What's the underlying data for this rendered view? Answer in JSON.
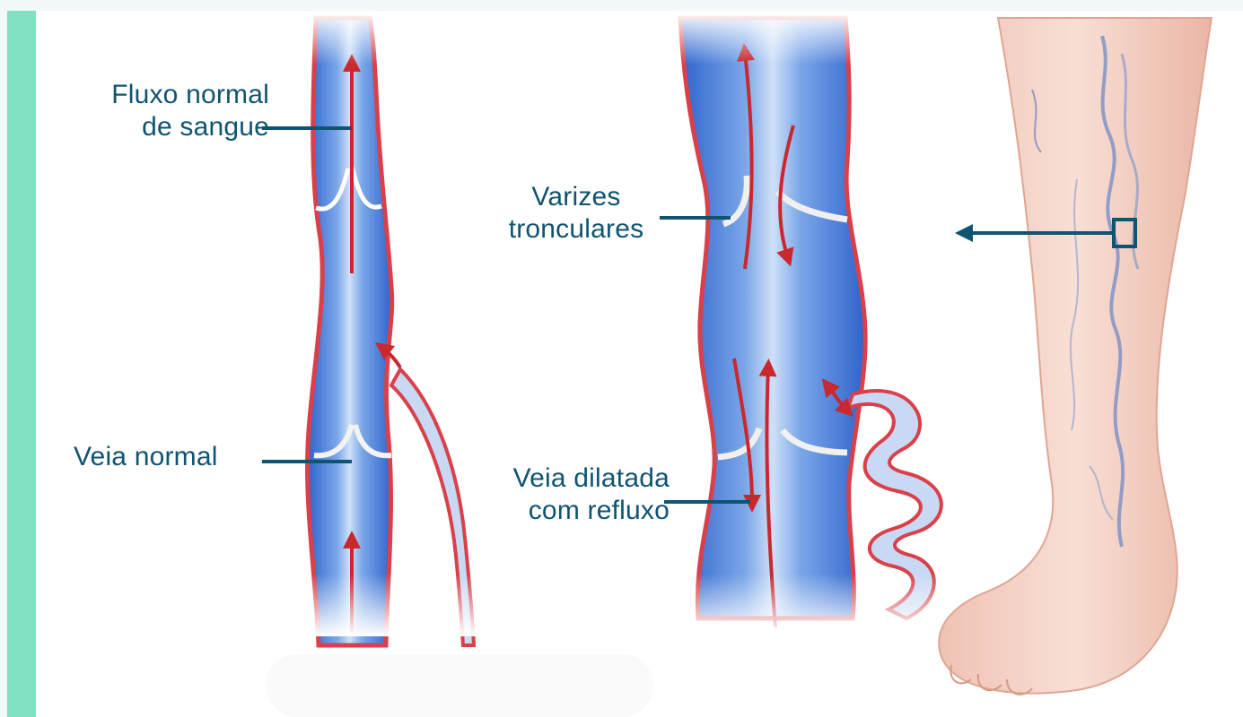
{
  "colors": {
    "accent_bar": "#7fe0c2",
    "label_text": "#0f5470",
    "vein_blue": "#2f63cc",
    "vein_wall": "#d9404a",
    "arrow_red": "#c8282e",
    "skin": "#f5d3c6"
  },
  "labels": {
    "normal_flow_line1": "Fluxo normal",
    "normal_flow_line2": "de sangue",
    "normal_vein": "Veia normal",
    "varicose_line1": "Varizes",
    "varicose_line2": "tronculares",
    "dilated_line1": "Veia dilatada",
    "dilated_line2": "com refluxo"
  },
  "icons": {
    "leg_pointer": "arrow-left-icon",
    "zoom_box": "square-outline-icon"
  }
}
